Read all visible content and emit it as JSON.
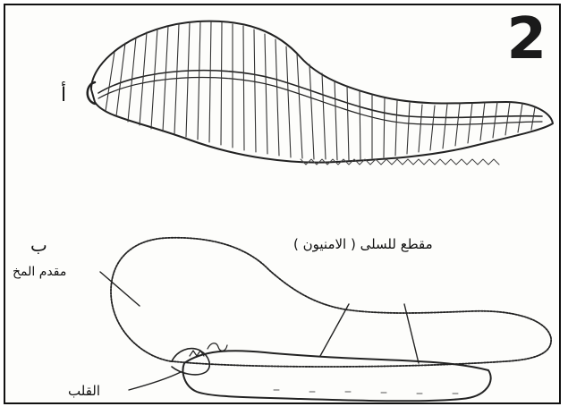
{
  "figure": {
    "number": "2",
    "part_a_label": "أ",
    "part_b_label": "ب",
    "caption": "مقطع للسلى ( الامنيون )",
    "labels": {
      "forebrain": "مقدم المخ",
      "heart": "القلب"
    }
  }
}
